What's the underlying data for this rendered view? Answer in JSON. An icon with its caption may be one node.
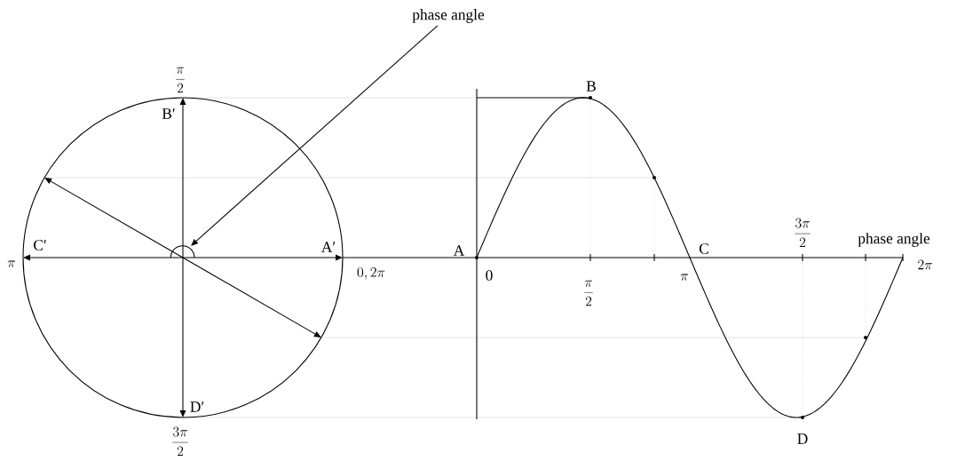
{
  "diagram": {
    "nodes": [
      {
        "text": [
          "phase angle"
        ]
      },
      {
        "text": [],
        "shape": "arc"
      }
    ],
    "edges": [
      {
        "from": 0,
        "to": 1,
        "arrow": "to"
      }
    ],
    "labels": [
      "\\frac{\\pi}{2}",
      "B′",
      "C′",
      "\\pi",
      "A′",
      "0, 2\\pi",
      "D′",
      "\\frac{3\\pi}{2}",
      "A",
      "B",
      "0",
      "\\frac{\\pi}{2}",
      "C",
      "\\pi",
      "\\frac{3\\pi}{2}",
      "phase angle",
      "2\\pi",
      "D"
    ]
  }
}
